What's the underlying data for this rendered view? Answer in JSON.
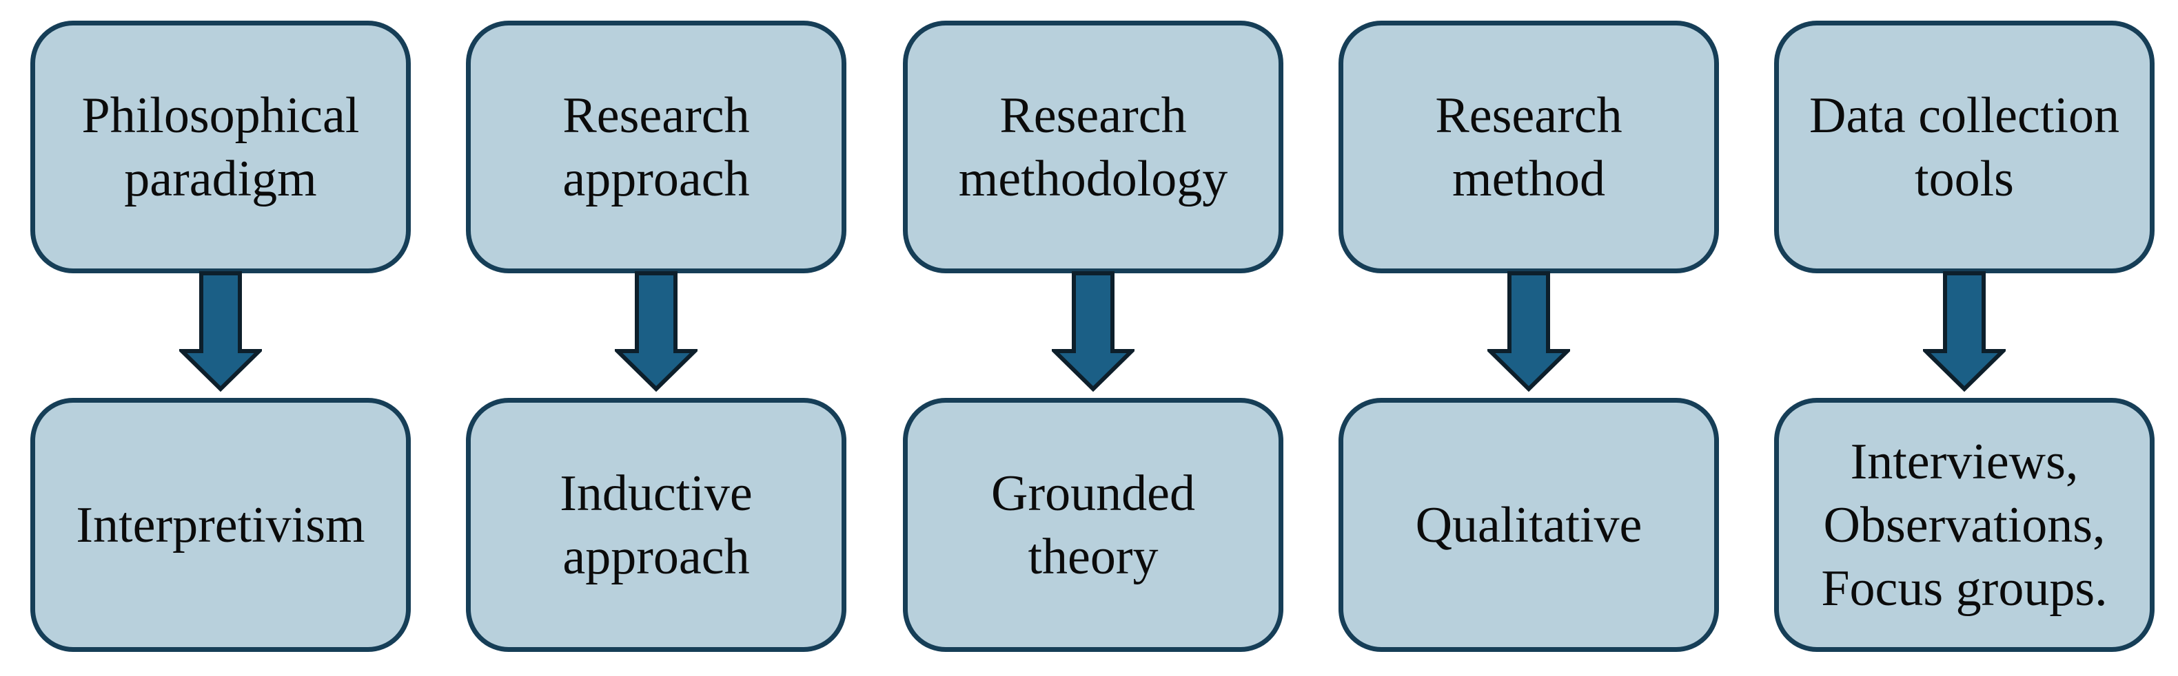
{
  "columns": [
    {
      "top": "Philosophical\nparadigm",
      "bottom": "Interpretivism"
    },
    {
      "top": "Research\napproach",
      "bottom": "Inductive\napproach"
    },
    {
      "top": "Research\nmethodology",
      "bottom": "Grounded\ntheory"
    },
    {
      "top": "Research\nmethod",
      "bottom": "Qualitative"
    },
    {
      "top": "Data collection\ntools",
      "bottom": "Interviews,\nObservations,\nFocus groups."
    }
  ],
  "colors": {
    "box_fill": "#b8d0dc",
    "box_border": "#163e57",
    "arrow_fill": "#1b5f86",
    "arrow_outline": "#0d1f2b"
  },
  "icons": {
    "arrow": "down-arrow-icon"
  }
}
